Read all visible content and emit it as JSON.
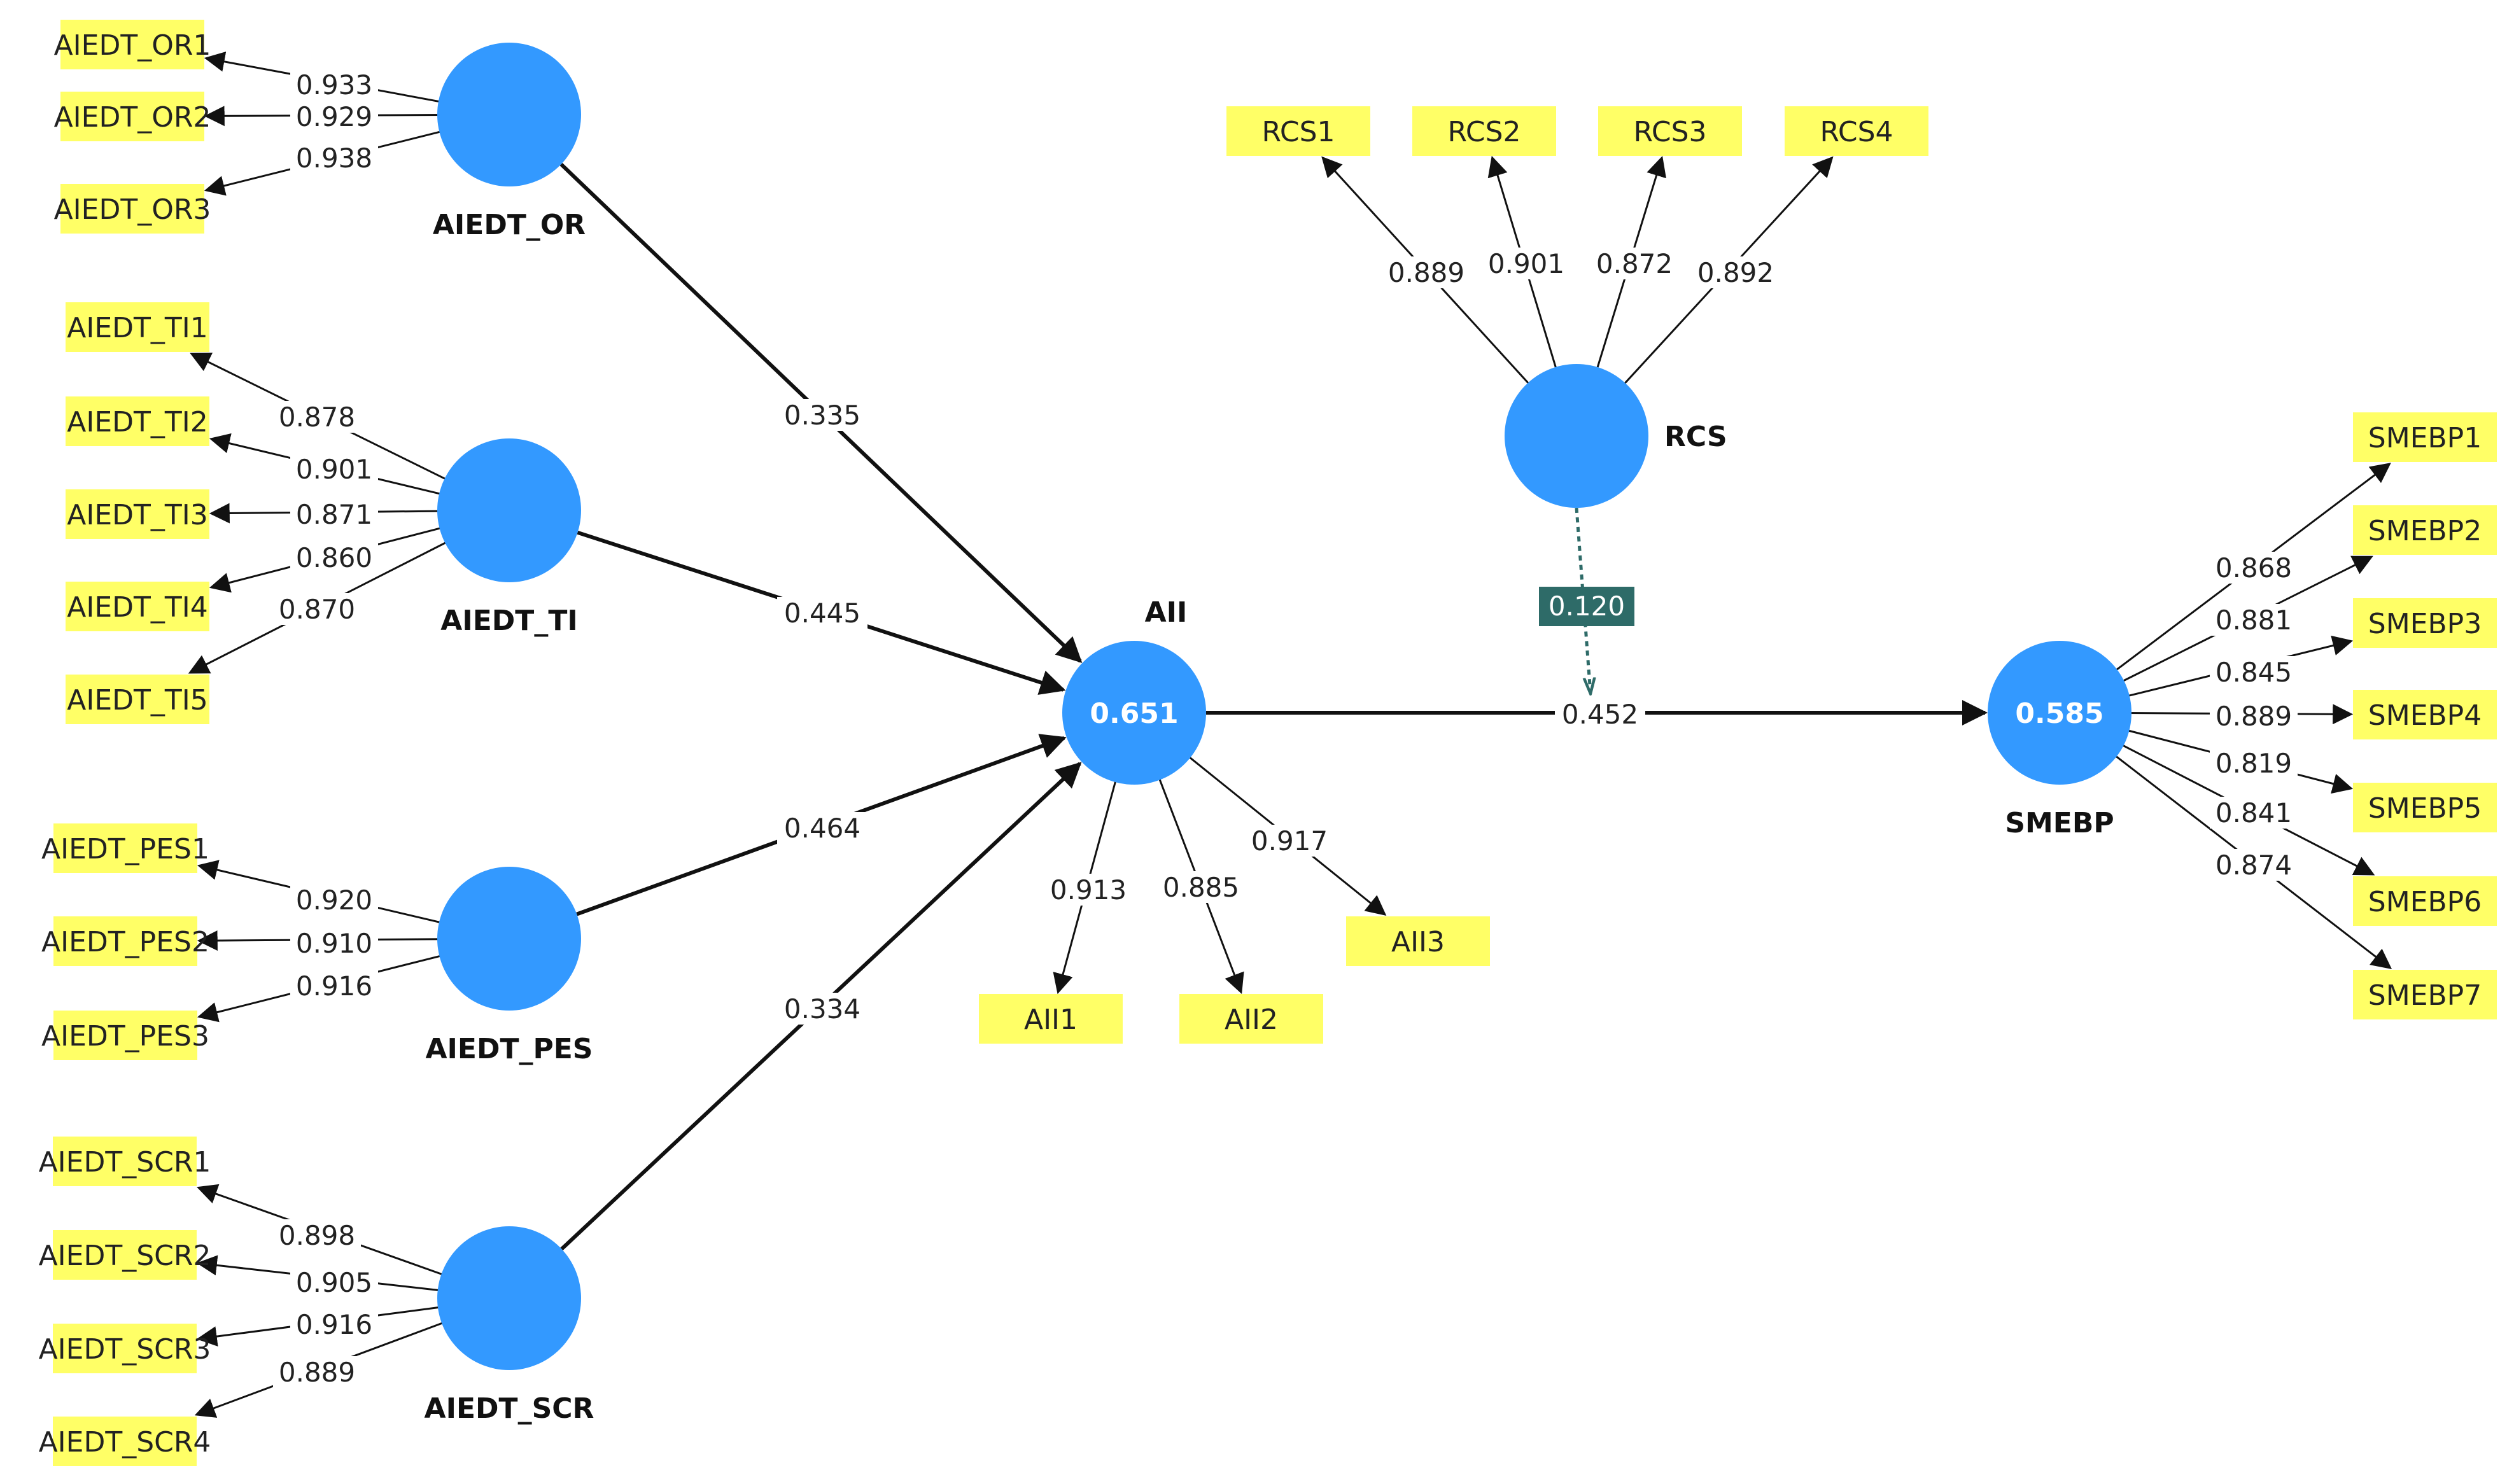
{
  "model": {
    "constructs": [
      {
        "id": "AIEDT_OR",
        "r2": ""
      },
      {
        "id": "AIEDT_TI",
        "r2": ""
      },
      {
        "id": "AIEDT_PES",
        "r2": ""
      },
      {
        "id": "AIEDT_SCR",
        "r2": ""
      },
      {
        "id": "AII",
        "r2": "0.651"
      },
      {
        "id": "RCS",
        "r2": ""
      },
      {
        "id": "SMEBP",
        "r2": "0.585"
      }
    ],
    "indicators": [
      {
        "id": "AIEDT_OR1",
        "construct": "AIEDT_OR",
        "loading": "0.933"
      },
      {
        "id": "AIEDT_OR2",
        "construct": "AIEDT_OR",
        "loading": "0.929"
      },
      {
        "id": "AIEDT_OR3",
        "construct": "AIEDT_OR",
        "loading": "0.938"
      },
      {
        "id": "AIEDT_TI1",
        "construct": "AIEDT_TI",
        "loading": "0.878"
      },
      {
        "id": "AIEDT_TI2",
        "construct": "AIEDT_TI",
        "loading": "0.901"
      },
      {
        "id": "AIEDT_TI3",
        "construct": "AIEDT_TI",
        "loading": "0.871"
      },
      {
        "id": "AIEDT_TI4",
        "construct": "AIEDT_TI",
        "loading": "0.860"
      },
      {
        "id": "AIEDT_TI5",
        "construct": "AIEDT_TI",
        "loading": "0.870"
      },
      {
        "id": "AIEDT_PES1",
        "construct": "AIEDT_PES",
        "loading": "0.920"
      },
      {
        "id": "AIEDT_PES2",
        "construct": "AIEDT_PES",
        "loading": "0.910"
      },
      {
        "id": "AIEDT_PES3",
        "construct": "AIEDT_PES",
        "loading": "0.916"
      },
      {
        "id": "AIEDT_SCR1",
        "construct": "AIEDT_SCR",
        "loading": "0.898"
      },
      {
        "id": "AIEDT_SCR2",
        "construct": "AIEDT_SCR",
        "loading": "0.905"
      },
      {
        "id": "AIEDT_SCR3",
        "construct": "AIEDT_SCR",
        "loading": "0.916"
      },
      {
        "id": "AIEDT_SCR4",
        "construct": "AIEDT_SCR",
        "loading": "0.889"
      },
      {
        "id": "RCS1",
        "construct": "RCS",
        "loading": "0.889"
      },
      {
        "id": "RCS2",
        "construct": "RCS",
        "loading": "0.901"
      },
      {
        "id": "RCS3",
        "construct": "RCS",
        "loading": "0.872"
      },
      {
        "id": "RCS4",
        "construct": "RCS",
        "loading": "0.892"
      },
      {
        "id": "AII1",
        "construct": "AII",
        "loading": "0.913"
      },
      {
        "id": "AII2",
        "construct": "AII",
        "loading": "0.885"
      },
      {
        "id": "AII3",
        "construct": "AII",
        "loading": "0.917"
      },
      {
        "id": "SMEBP1",
        "construct": "SMEBP",
        "loading": "0.868"
      },
      {
        "id": "SMEBP2",
        "construct": "SMEBP",
        "loading": "0.881"
      },
      {
        "id": "SMEBP3",
        "construct": "SMEBP",
        "loading": "0.845"
      },
      {
        "id": "SMEBP4",
        "construct": "SMEBP",
        "loading": "0.889"
      },
      {
        "id": "SMEBP5",
        "construct": "SMEBP",
        "loading": "0.819"
      },
      {
        "id": "SMEBP6",
        "construct": "SMEBP",
        "loading": "0.841"
      },
      {
        "id": "SMEBP7",
        "construct": "SMEBP",
        "loading": "0.874"
      }
    ],
    "paths": [
      {
        "from": "AIEDT_OR",
        "to": "AII",
        "coef": "0.335"
      },
      {
        "from": "AIEDT_TI",
        "to": "AII",
        "coef": "0.445"
      },
      {
        "from": "AIEDT_PES",
        "to": "AII",
        "coef": "0.464"
      },
      {
        "from": "AIEDT_SCR",
        "to": "AII",
        "coef": "0.334"
      },
      {
        "from": "AII",
        "to": "SMEBP",
        "coef": "0.452"
      }
    ],
    "moderation": {
      "from": "RCS",
      "onPath": "AII->SMEBP",
      "coef": "0.120"
    },
    "colors": {
      "construct": "#3399ff",
      "indicator": "#ffff66",
      "moderator": "#2e6b68",
      "edge": "#111111"
    }
  }
}
